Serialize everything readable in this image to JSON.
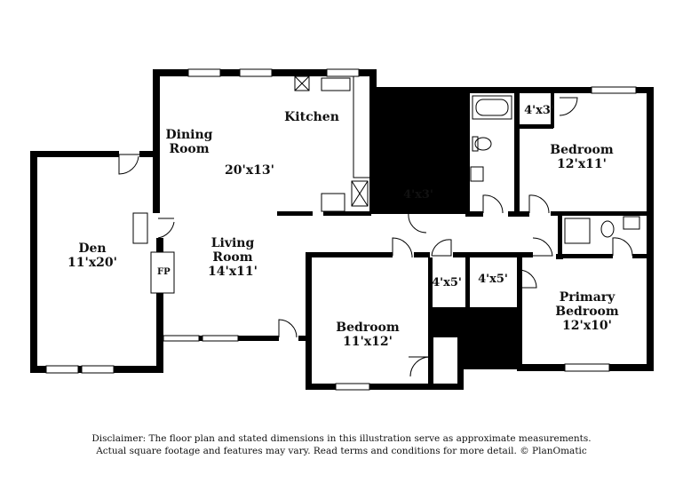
{
  "rooms": {
    "den": {
      "name": "Den",
      "dims": "11'x20'"
    },
    "dining": {
      "name_line1": "Dining",
      "name_line2": "Room"
    },
    "kitchen": {
      "name": "Kitchen",
      "dims": "20'x13'"
    },
    "living": {
      "name_line1": "Living",
      "name_line2": "Room",
      "dims": "14'x11'"
    },
    "fireplace": {
      "label": "FP"
    },
    "hall_closet": {
      "dims": "4'x3'"
    },
    "bath_closet": {
      "dims": "4'x3'"
    },
    "bedroom_ne": {
      "name": "Bedroom",
      "dims": "12'x11'"
    },
    "closet_a": {
      "dims": "4'x5'"
    },
    "closet_b": {
      "dims": "4'x5'"
    },
    "bedroom_s": {
      "name": "Bedroom",
      "dims": "11'x12'"
    },
    "primary": {
      "name_line1": "Primary",
      "name_line2": "Bedroom",
      "dims": "12'x10'"
    }
  },
  "disclaimer": {
    "line1": "Disclaimer: The floor plan and stated dimensions in this illustration serve as approximate measurements.",
    "line2": "Actual square footage and features may vary. Read terms and conditions for more detail. © PlanOmatic"
  },
  "colors": {
    "wall": "#000000",
    "background": "#ffffff"
  }
}
